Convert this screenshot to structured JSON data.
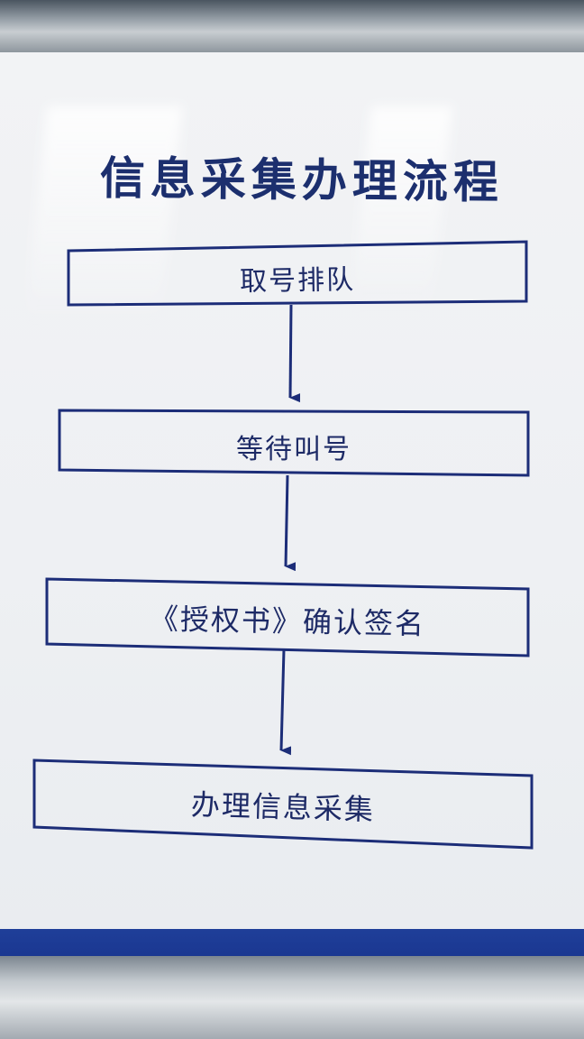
{
  "title": "信息采集办理流程",
  "steps": [
    {
      "label": "取号排队"
    },
    {
      "label": "等待叫号"
    },
    {
      "label": "《授权书》确认签名"
    },
    {
      "label": "办理信息采集"
    }
  ],
  "colors": {
    "ink": "#1d2a66",
    "box_stroke": "#1c2d78",
    "band": "#1a3590"
  }
}
